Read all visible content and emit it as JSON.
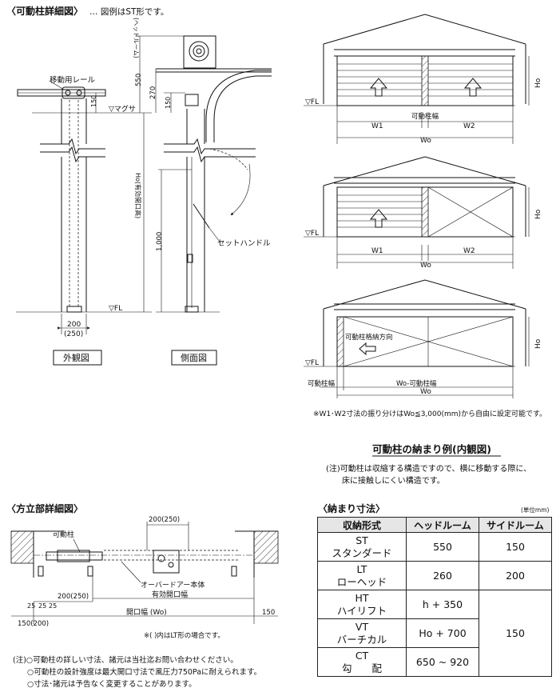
{
  "detail_section": {
    "title": "〈可動柱詳細図〉",
    "note": "… 図例はST形です。",
    "rail_label": "移動用レール",
    "dim_550": "550",
    "dim_550_sub": "(ヘッドルーム)",
    "dim_270": "270",
    "dim_150_a": "150",
    "dim_150_b": "150",
    "lintel_label": "▽マグサ",
    "ho_label": "Ho(有効開口高)",
    "dim_1000": "1,000",
    "handle_label": "セットハンドル",
    "fl_label": "▽FL",
    "dim_200": "200",
    "dim_250": "(250)",
    "exterior_label": "外観図",
    "side_label": "側面図"
  },
  "elevation": {
    "fl": "▽FL",
    "ho": "Ho",
    "pillar_width": "可動柱幅",
    "w1": "W1",
    "w2": "W2",
    "wo": "Wo",
    "storage_direction": "可動柱格納方向",
    "pillar_width_short": "可動柱幅",
    "wo_minus": "Wo-可動柱幅",
    "footnote": "※W1･W2寸法の振り分けはWo≦3,000(mm)から自由に設定可能です。"
  },
  "storage": {
    "title": "可動柱の納まり例(内観図)",
    "note_line1": "(注)可動柱は収縮する構造ですので、横に移動する際に、",
    "note_line2": "床に接触しにくい構造です。"
  },
  "plan_section": {
    "title": "〈方立部詳細図〉",
    "dim_200_250": "200(250)",
    "pillar_label": "可動柱",
    "door_label": "オーバードアー本体",
    "effective_width": "有効開口幅",
    "dim_25a": "25",
    "dim_25b": "25",
    "dim_25c": "25",
    "dim_200_250_b": "200(250)",
    "opening_width": "開口幅 (Wo)",
    "dim_150": "150",
    "dim_150_200": "150(200)",
    "lt_note": "※( )内はLT形の場合です。"
  },
  "spec_table": {
    "title": "〈納まり寸法〉",
    "unit": "(単位mm)",
    "headers": [
      "収納形式",
      "ヘッドルーム",
      "サイドルーム"
    ],
    "rows": [
      {
        "code": "ST",
        "name": "スタンダード",
        "head": "550",
        "side": "150"
      },
      {
        "code": "LT",
        "name": "ローヘッド",
        "head": "260",
        "side": "200"
      },
      {
        "code": "HT",
        "name": "ハイリフト",
        "head": "h + 350",
        "side": ""
      },
      {
        "code": "VT",
        "name": "バーチカル",
        "head": "Ho + 700",
        "side": "150"
      },
      {
        "code": "CT",
        "name": "勾　　配",
        "head": "650 ~ 920",
        "side": ""
      }
    ]
  },
  "notes": {
    "line1": "(注)○可動柱の詳しい寸法、諸元は当社迄お問い合わせください。",
    "line2": "○可動柱の設計強度は最大開口寸法で風圧力750Paに耐えられます。",
    "line3": "○寸法･諸元は予告なく変更することがあります。"
  }
}
